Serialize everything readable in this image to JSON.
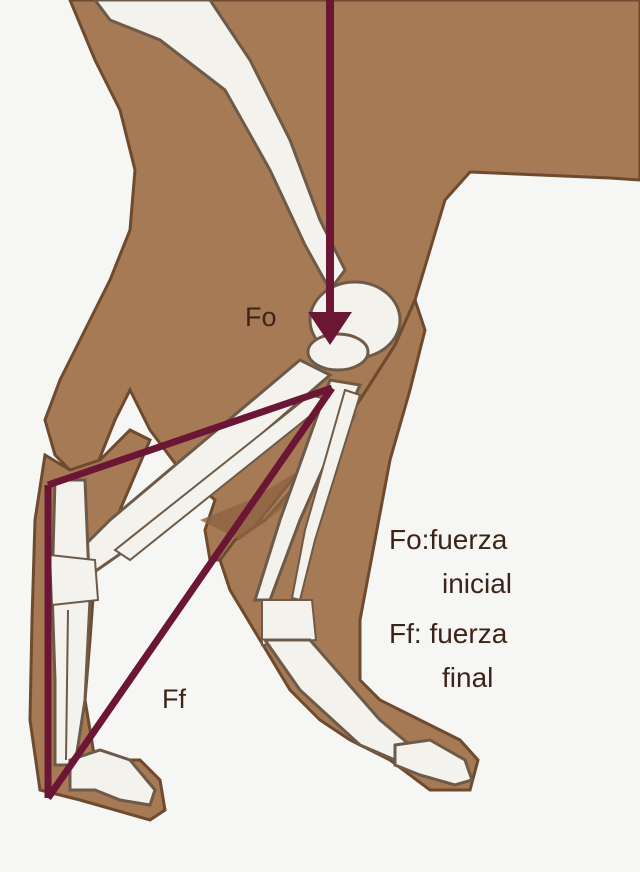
{
  "labels": {
    "fo": "Fo",
    "ff": "Ff"
  },
  "legend": {
    "line1": "Fo:fuerza",
    "line2": "inicial",
    "line3": "Ff: fuerza",
    "line4": "final"
  },
  "colors": {
    "background": "#f6f6f4",
    "skin": "#a57a55",
    "skin_outline": "#6e4a2e",
    "bone": "#f4f2ec",
    "bone_outline": "#6d5a48",
    "force_vector": "#6b1634",
    "text": "#3e2418"
  }
}
